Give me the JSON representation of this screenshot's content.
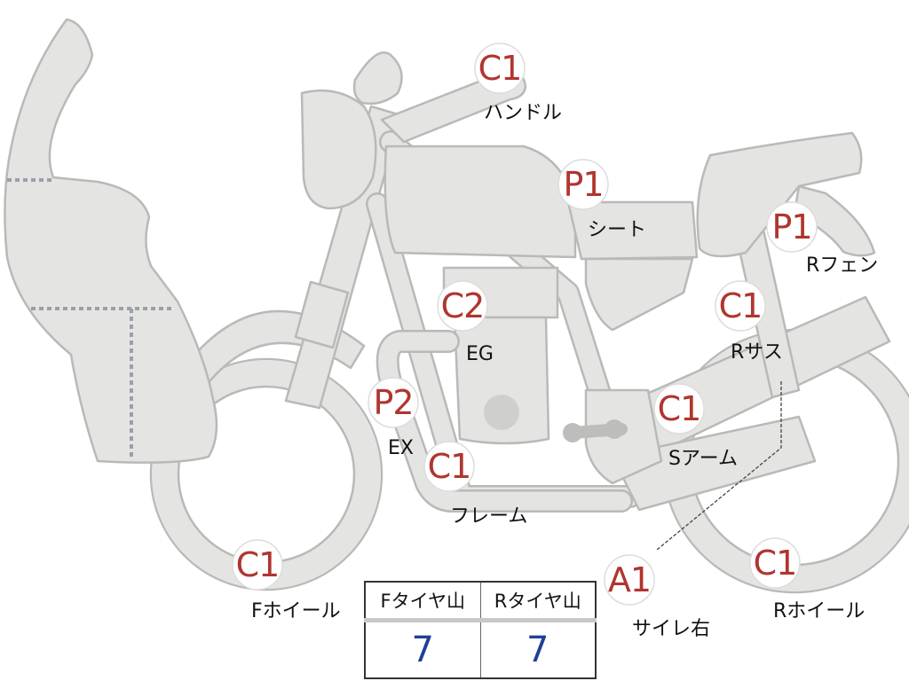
{
  "parts": [
    {
      "id": "handle",
      "code": "C1",
      "label": "ハンドル"
    },
    {
      "id": "seat",
      "code": "P1",
      "label": "シート"
    },
    {
      "id": "rear-fender",
      "code": "P1",
      "label": "Rフェン"
    },
    {
      "id": "engine",
      "code": "C2",
      "label": "EG"
    },
    {
      "id": "rear-suspension",
      "code": "C1",
      "label": "Rサス"
    },
    {
      "id": "exhaust",
      "code": "P2",
      "label": "EX"
    },
    {
      "id": "swing-arm",
      "code": "C1",
      "label": "Sアーム"
    },
    {
      "id": "frame",
      "code": "C1",
      "label": "フレーム"
    },
    {
      "id": "front-wheel",
      "code": "C1",
      "label": "Fホイール"
    },
    {
      "id": "silencer-right",
      "code": "A1",
      "label": "サイレ右"
    },
    {
      "id": "rear-wheel",
      "code": "C1",
      "label": "Rホイール"
    }
  ],
  "tire_table": {
    "headers": [
      "Fタイヤ山",
      "Rタイヤ山"
    ],
    "values": [
      "7",
      "7"
    ]
  },
  "colors": {
    "part_fill": "#e4e4e2",
    "part_outline": "#b9b9b7",
    "code_text": "#b0352f",
    "tire_value_text": "#1f3f99"
  }
}
